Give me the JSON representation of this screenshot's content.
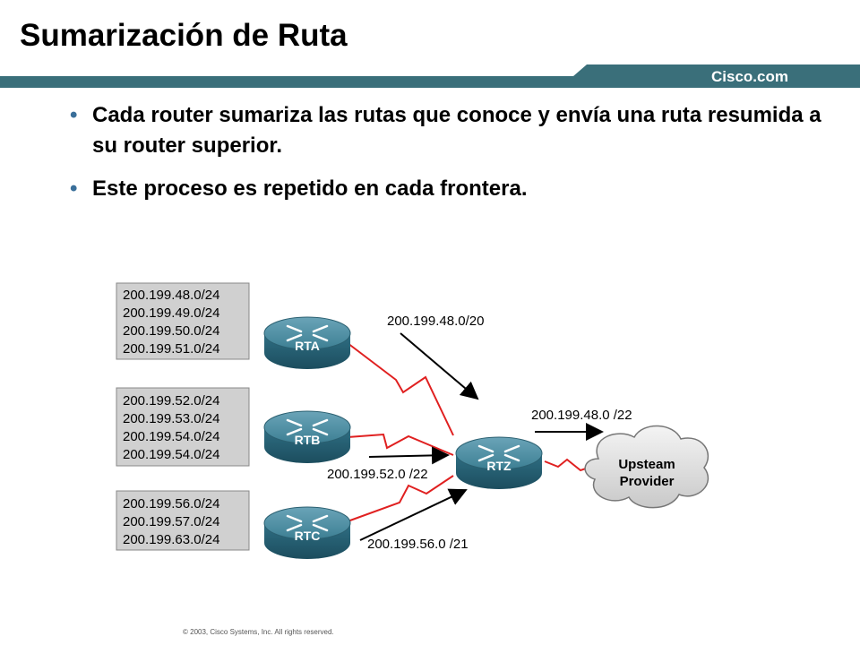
{
  "slide": {
    "title": "Sumarización de Ruta",
    "brand": "Cisco.com",
    "footer": "© 2003, Cisco Systems, Inc. All rights reserved.",
    "bullets": [
      "Cada router sumariza las rutas que conoce y envía una ruta resumida a su router superior.",
      "Este proceso es repetido en cada frontera."
    ],
    "colors": {
      "banner": "#3a6f7a",
      "bullet": "#3a6f9a",
      "link": "#e02020",
      "route_box": "#d0d0d0",
      "router": "#3d7f93",
      "cloud": "#e0e0e0"
    }
  },
  "diagram": {
    "route_tables": [
      {
        "routes": [
          "200.199.48.0/24",
          "200.199.49.0/24",
          "200.199.50.0/24",
          "200.199.51.0/24"
        ]
      },
      {
        "routes": [
          "200.199.52.0/24",
          "200.199.53.0/24",
          "200.199.54.0/24",
          "200.199.54.0/24"
        ]
      },
      {
        "routes": [
          "200.199.56.0/24",
          "200.199.57.0/24",
          "200.199.63.0/24"
        ]
      }
    ],
    "routers": {
      "rta": "RTA",
      "rtb": "RTB",
      "rtc": "RTC",
      "rtz": "RTZ"
    },
    "summaries": {
      "rta": "200.199.48.0/20",
      "rtb": "200.199.52.0 /22",
      "rtc": "200.199.56.0 /21",
      "rtz": "200.199.48.0 /22"
    },
    "cloud": {
      "line1": "Upsteam",
      "line2": "Provider"
    }
  }
}
